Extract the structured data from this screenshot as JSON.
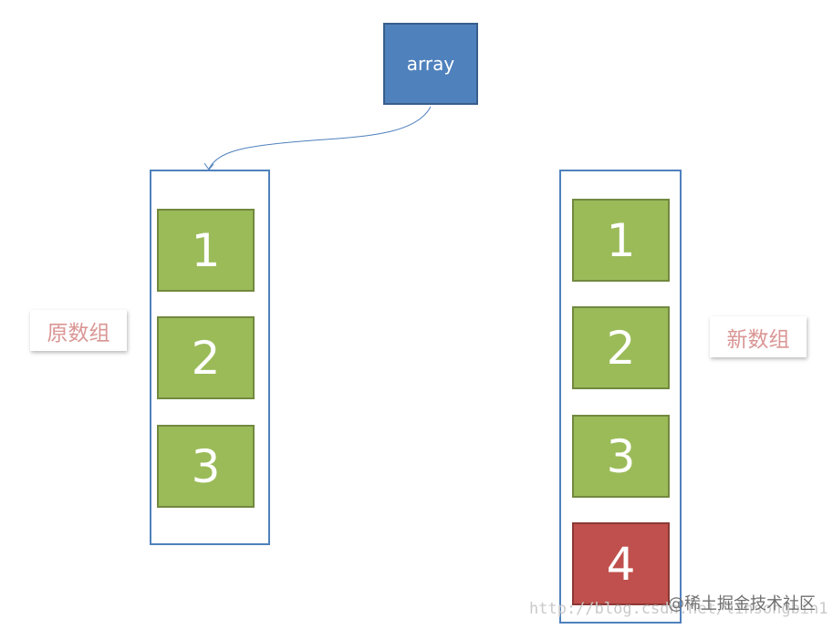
{
  "pointer": {
    "label": "array"
  },
  "original_array": {
    "caption": "原数组",
    "items": [
      "1",
      "2",
      "3"
    ]
  },
  "new_array": {
    "caption": "新数组",
    "items": [
      "1",
      "2",
      "3"
    ],
    "added_item": "4"
  },
  "colors": {
    "pointer_fill": "#4f81bd",
    "element_fill": "#9bbb59",
    "added_element_fill": "#c0504d",
    "container_border": "#4f81bd",
    "caption_text": "#d99694"
  },
  "watermark": {
    "url": "http://blog.csdn.net/linsongbin1",
    "brand": "@稀土掘金技术社区"
  }
}
